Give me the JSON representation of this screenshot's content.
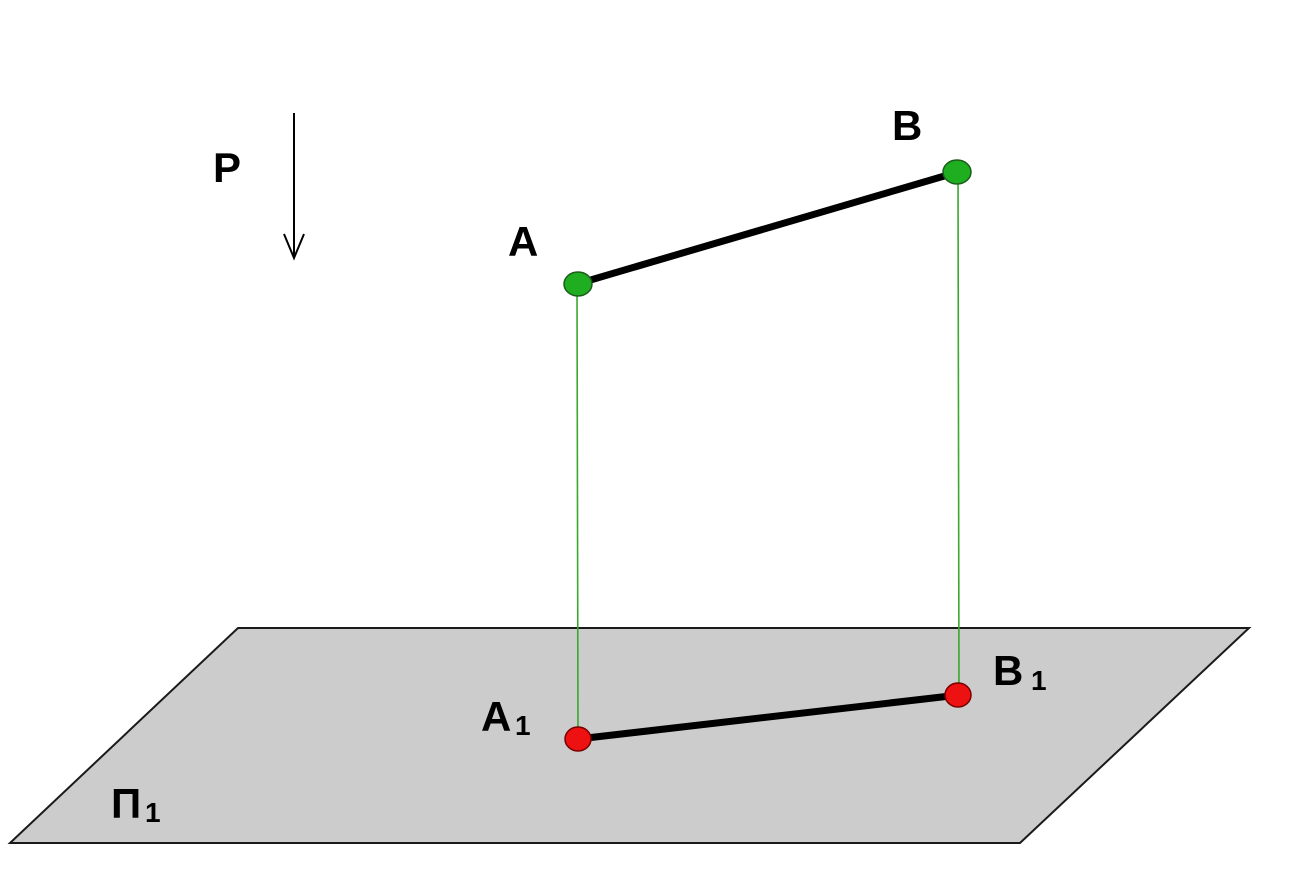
{
  "colors": {
    "background": "#ffffff",
    "plane_fill": "#cccccc",
    "plane_stroke": "#1a1a1a",
    "projector_line": "#3aa72e",
    "space_point": "#1fae1f",
    "projection_point": "#ee1111",
    "segment": "#000000"
  },
  "labels": {
    "direction": "P",
    "point_a": "A",
    "point_b": "B",
    "proj_a_main": "A",
    "proj_a_sub": "1",
    "proj_b_main": "B",
    "proj_b_sub": "1",
    "plane_main": "П",
    "plane_sub": "1"
  },
  "icons": {
    "direction_arrow": "arrow-down-icon"
  }
}
